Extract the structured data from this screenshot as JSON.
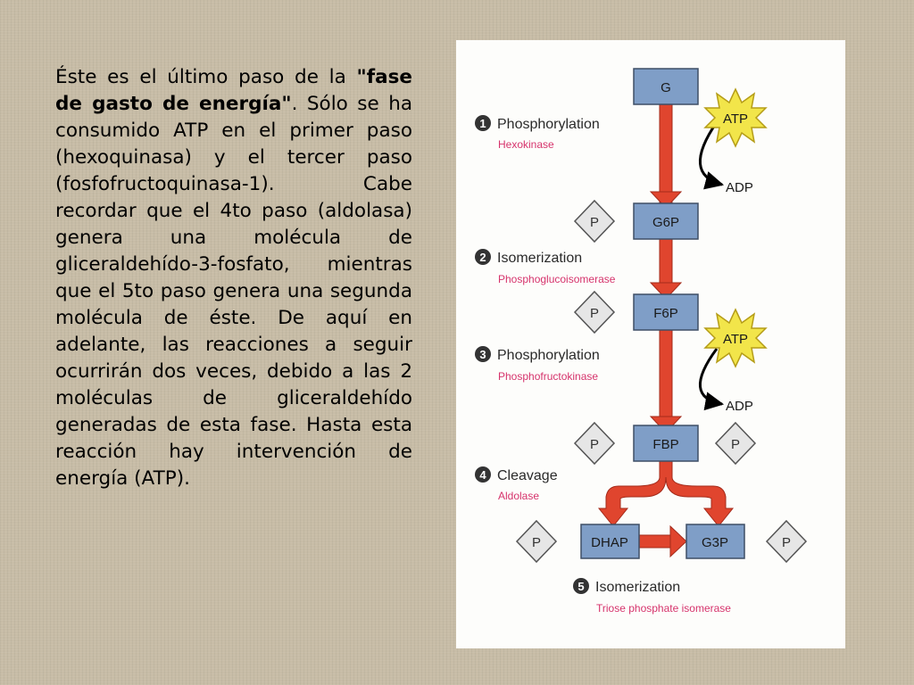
{
  "text": {
    "intro": "Éste es el último paso de la ",
    "highlight": "\"fase de gasto de energía\"",
    "body": ". Sólo se ha consumido ATP en el primer paso (hexoquinasa) y el tercer paso (fosfofructoquinasa-1). Cabe recordar que el 4to paso (aldolasa) genera una molécula de gliceraldehído-3-fosfato, mientras que el 5to paso genera una segunda molécula de éste. De aquí en adelante, las reacciones a seguir ocurrirán dos veces, debido a las 2 moléculas de gliceraldehído generadas de esta fase. Hasta esta reacción hay intervención de energía (ATP)."
  },
  "diagram": {
    "molecules": {
      "g": "G",
      "g6p": "G6P",
      "f6p": "F6P",
      "fbp": "FBP",
      "dhap": "DHAP",
      "g3p": "G3P"
    },
    "phosphate": "P",
    "atp": "ATP",
    "adp": "ADP",
    "steps": [
      {
        "number": "1",
        "name": "Phosphorylation",
        "enzyme": "Hexokinase"
      },
      {
        "number": "2",
        "name": "Isomerization",
        "enzyme": "Phosphoglucoisomerase"
      },
      {
        "number": "3",
        "name": "Phosphorylation",
        "enzyme": "Phosphofructokinase"
      },
      {
        "number": "4",
        "name": "Cleavage",
        "enzyme": "Aldolase"
      },
      {
        "number": "5",
        "name": "Isomerization",
        "enzyme": "Triose phosphate isomerase"
      }
    ],
    "colors": {
      "molecule_fill": "#7f9ec7",
      "molecule_stroke": "#3e4f66",
      "arrow_red": "#e0452e",
      "atp_star": "#f2e54a",
      "enzyme_text": "#d6336c",
      "phosphate_fill": "#e6e6e6"
    }
  }
}
